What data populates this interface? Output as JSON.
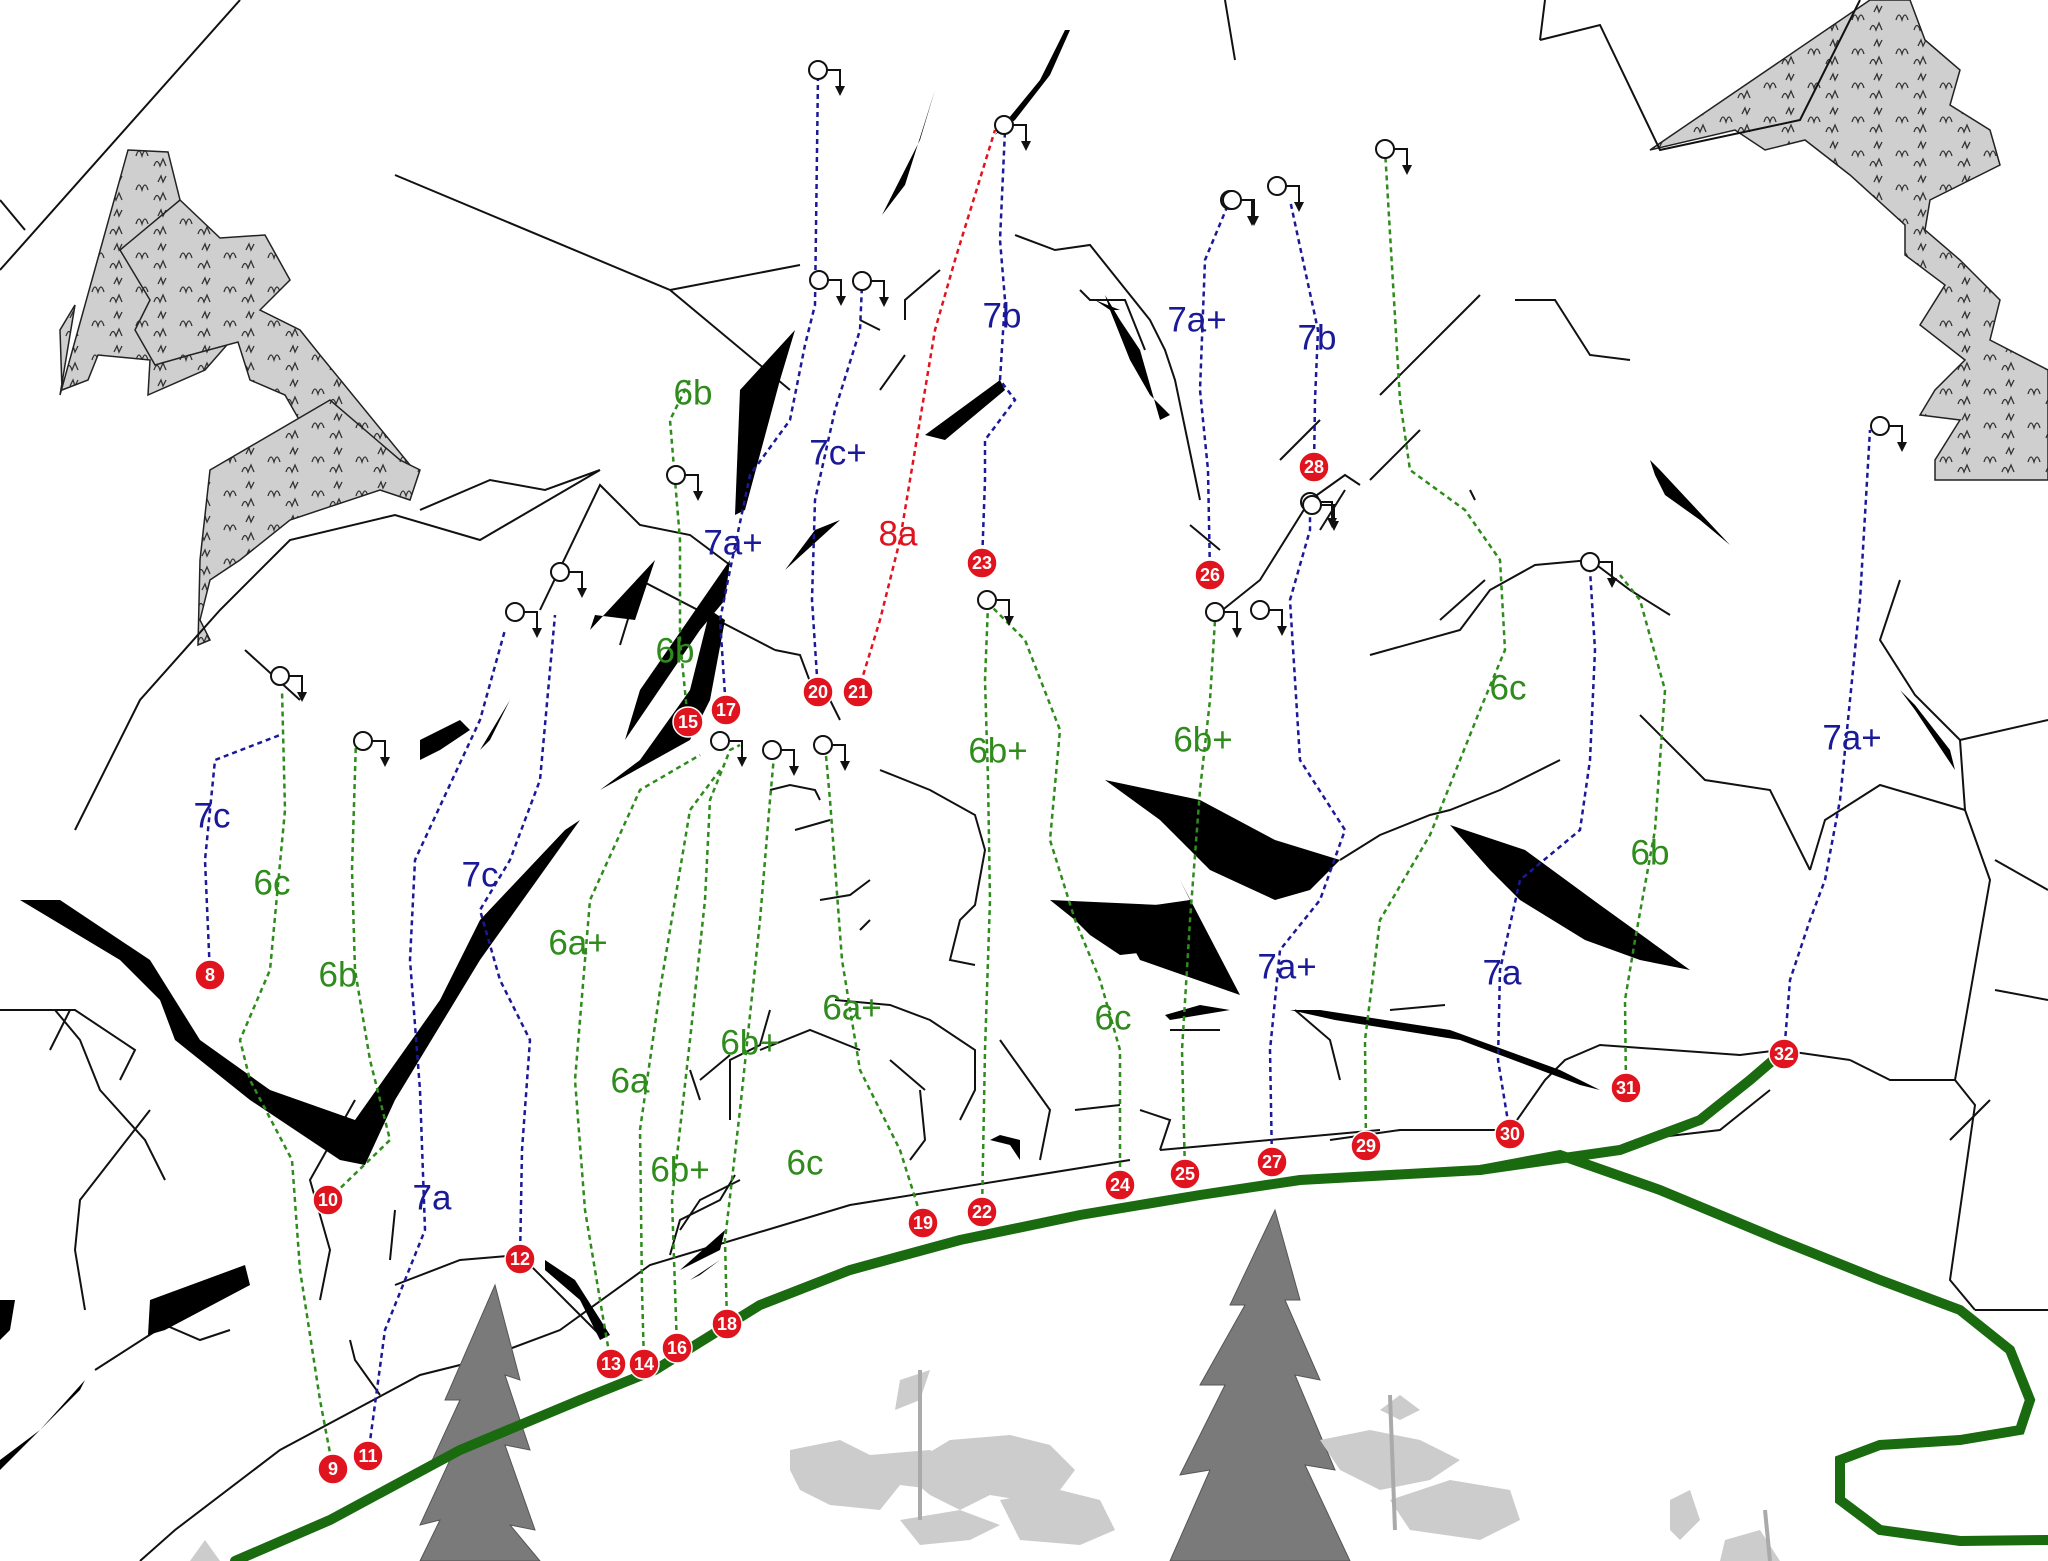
{
  "colors": {
    "green": "#2e8b1c",
    "blue": "#1a1a99",
    "red": "#e0141e",
    "trail": "#1a6a10",
    "rock": "#000000",
    "vegetation": "#cfcfcf",
    "tree": "#808080"
  },
  "routes": [
    {
      "number": "8",
      "grade": "7c",
      "color": "blue"
    },
    {
      "number": "9",
      "grade": "6c",
      "color": "green"
    },
    {
      "number": "10",
      "grade": "6b",
      "color": "green"
    },
    {
      "number": "11",
      "grade": "7a",
      "color": "blue"
    },
    {
      "number": "12",
      "grade": "7c",
      "color": "blue"
    },
    {
      "number": "13",
      "grade": "6a+",
      "color": "green"
    },
    {
      "number": "14",
      "grade": "6a",
      "color": "green"
    },
    {
      "number": "15",
      "grade": "6b",
      "color": "green"
    },
    {
      "number": "16",
      "grade": "6b+",
      "color": "green"
    },
    {
      "number": "17",
      "grade": "7a+",
      "color": "blue"
    },
    {
      "number": "18",
      "grade": "6b+",
      "color": "green"
    },
    {
      "number": "19",
      "grade": "6a+",
      "color": "green"
    },
    {
      "number": "20",
      "grade": "7c+",
      "color": "blue"
    },
    {
      "number": "21",
      "grade": "8a",
      "color": "red"
    },
    {
      "number": "22",
      "grade": "6b+",
      "color": "green"
    },
    {
      "number": "23",
      "grade": "7b",
      "color": "blue"
    },
    {
      "number": "24",
      "grade": "6c",
      "color": "green"
    },
    {
      "number": "25",
      "grade": "6b+",
      "color": "green"
    },
    {
      "number": "26",
      "grade": "7a+",
      "color": "blue"
    },
    {
      "number": "27",
      "grade": "7a+",
      "color": "blue"
    },
    {
      "number": "28",
      "grade": "7b",
      "color": "blue"
    },
    {
      "number": "29",
      "grade": "6c",
      "color": "green"
    },
    {
      "number": "30",
      "grade": "7a",
      "color": "blue"
    },
    {
      "number": "31",
      "grade": "6b",
      "color": "green"
    },
    {
      "number": "32",
      "grade": "7a+",
      "color": "blue"
    }
  ],
  "extra_grades": [
    {
      "grade": "6b",
      "color": "green"
    },
    {
      "grade": "6c",
      "color": "green"
    }
  ],
  "icons": {
    "anchor": "lower-off-anchor-icon",
    "tree": "conifer-tree-icon",
    "bush": "deciduous-bush-icon",
    "vegetation": "grass-patch-icon"
  }
}
